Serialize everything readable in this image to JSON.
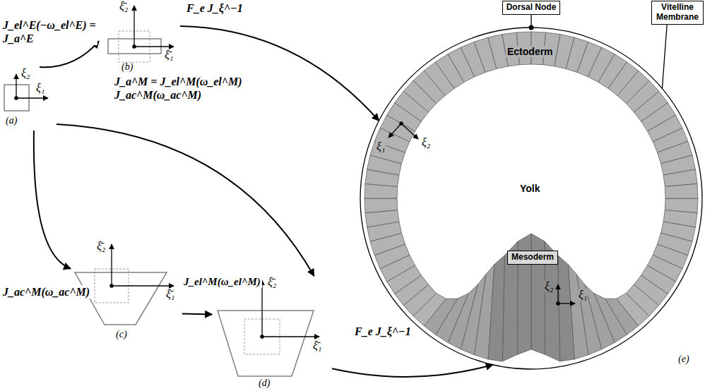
{
  "diagram": {
    "nodes": [
      {
        "text": [
          "ξ₂",
          "ξ₁",
          "(a)"
        ]
      },
      {
        "text": [
          "ξ̄₂",
          "ξ̄₁",
          "(b)"
        ]
      },
      {
        "text": [
          "ξ̄₂",
          "ξ̄₁",
          "(c)"
        ]
      },
      {
        "text": [
          "ξ̄₂",
          "ξ̄₁",
          "(d)"
        ]
      },
      {
        "text": [
          "Dorsal Node"
        ]
      },
      {
        "text": [
          "Vitelline Membrane"
        ]
      },
      {
        "text": [
          "Ectoderm",
          "ξ₁",
          "ξ₂",
          "Yolk",
          "ξ₂",
          "ξ₁",
          "(e)"
        ]
      },
      {
        "text": [
          "Mesoderm"
        ],
        "in": 6
      }
    ],
    "edges": [
      {
        "from": 0,
        "to": 1,
        "arrow": "to",
        "label": "J_el^E(−ω_el^E) = J_a^E"
      },
      {
        "from": 1,
        "to": 6,
        "arrow": "to",
        "label": "F_e J_ξ^−1"
      },
      {
        "from": 0,
        "to": 3,
        "arrow": "to",
        "label": "J_a^M = J_el^M(ω_el^M) J_ac^M(ω_ac^M)"
      },
      {
        "from": 0,
        "to": 2,
        "arrow": "to",
        "label": "J_ac^M(ω_ac^M)"
      },
      {
        "from": 2,
        "to": 3,
        "arrow": "to",
        "label": "J_el^M(ω_el^M)"
      },
      {
        "from": 3,
        "to": 6,
        "arrow": "to",
        "label": "F_e J_ξ^−1"
      },
      {
        "from": 4,
        "to": 6,
        "arrow": "none"
      },
      {
        "from": 5,
        "to": 6,
        "arrow": "none"
      }
    ]
  }
}
